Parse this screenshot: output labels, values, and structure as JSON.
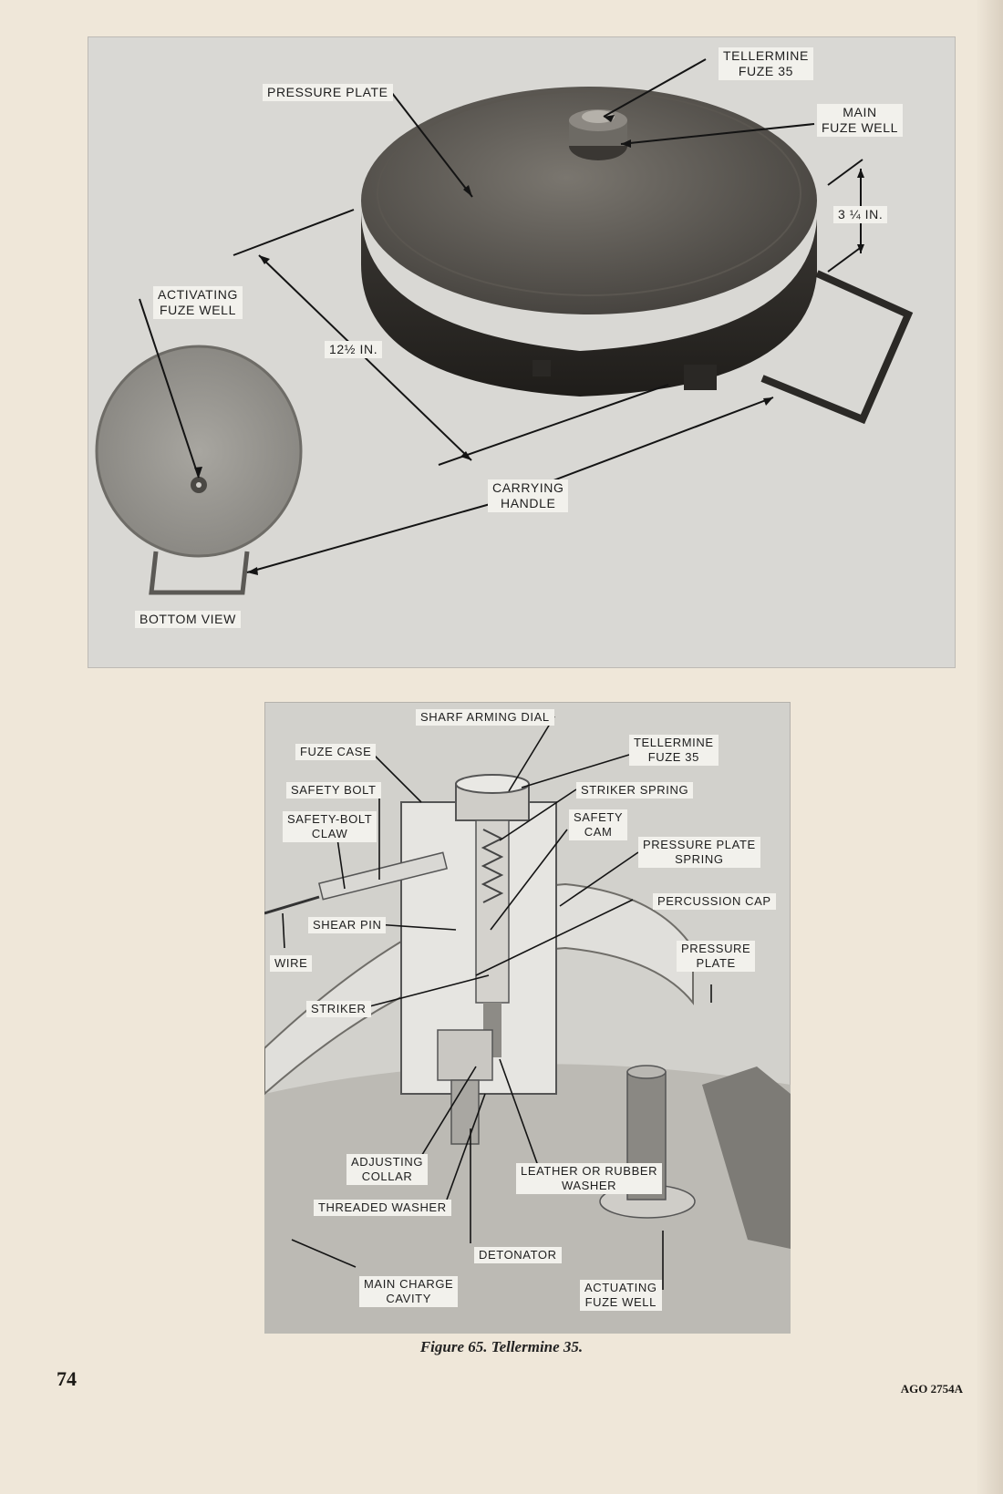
{
  "figure_top": {
    "labels": {
      "pressure_plate": "PRESSURE PLATE",
      "tellermine_fuze": "TELLERMINE\nFUZE 35",
      "main_fuze_well": "MAIN\nFUZE WELL",
      "height_dim": "3 ¼ IN.",
      "activating_fuze_well": "ACTIVATING\nFUZE WELL",
      "diameter_dim": "12½ IN.",
      "carrying_handle": "CARRYING\nHANDLE",
      "bottom_view": "BOTTOM VIEW"
    }
  },
  "figure_cutaway": {
    "labels": {
      "sharf_arming_dial": "SHARF ARMING DIAL",
      "fuze_case": "FUZE CASE",
      "tellermine_fuze": "TELLERMINE\nFUZE 35",
      "safety_bolt": "SAFETY BOLT",
      "striker_spring": "STRIKER SPRING",
      "safety_bolt_claw": "SAFETY-BOLT\nCLAW",
      "safety_cam": "SAFETY\nCAM",
      "pressure_plate_spring": "PRESSURE PLATE\nSPRING",
      "percussion_cap": "PERCUSSION CAP",
      "shear_pin": "SHEAR PIN",
      "wire": "WIRE",
      "pressure_plate": "PRESSURE\nPLATE",
      "striker": "STRIKER",
      "adjusting_collar": "ADJUSTING\nCOLLAR",
      "leather_washer": "LEATHER OR RUBBER\nWASHER",
      "threaded_washer": "THREADED WASHER",
      "detonator": "DETONATOR",
      "main_charge_cavity": "MAIN CHARGE\nCAVITY",
      "actuating_fuze_well": "ACTUATING\nFUZE WELL"
    }
  },
  "caption": "Figure 65. Tellermine 35.",
  "page_number": "74",
  "footer_code": "AGO 2754A"
}
